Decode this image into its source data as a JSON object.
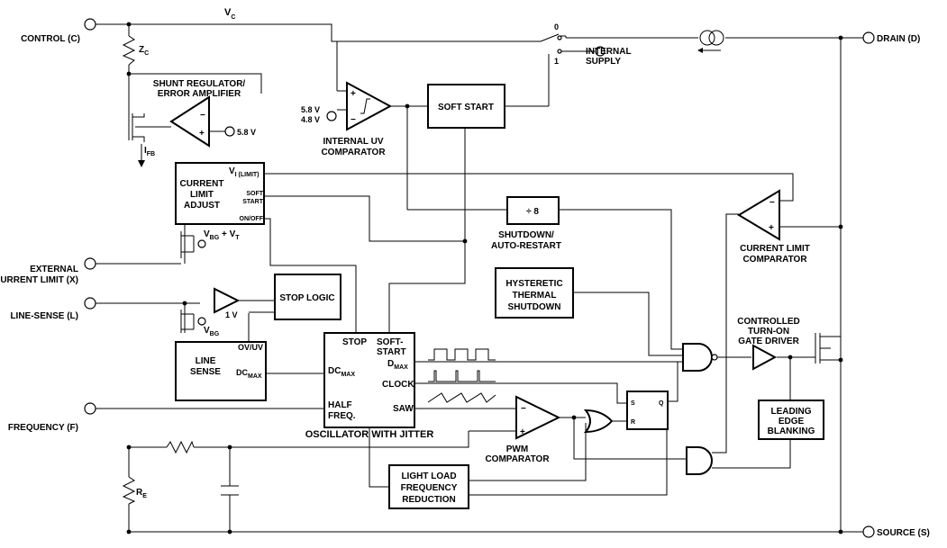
{
  "pins": {
    "control": "CONTROL (C)",
    "drain": "DRAIN (D)",
    "external_current_limit_1": "EXTERNAL",
    "external_current_limit_2": "CURRENT LIMIT (X)",
    "line_sense": "LINE-SENSE (L)",
    "frequency": "FREQUENCY (F)",
    "source": "SOURCE (S)"
  },
  "nets": {
    "vc_main": "V",
    "vc_sub": "C",
    "zc_main": "Z",
    "zc_sub": "C",
    "ifb_main": "I",
    "ifb_sub": "FB",
    "re_main": "R",
    "re_sub": "E",
    "vbg_vt_main": "V",
    "vbg_sub": "BG",
    "vbg_vt_plus": " + V",
    "vt_sub": "T",
    "vbg2_main": "V",
    "vbg2_sub": "BG",
    "uv_v1": "5.8 V",
    "uv_v2": "4.8 V",
    "shunt_ref": "5.8 V",
    "linesense_ref": "1 V",
    "switch_0": "0",
    "switch_1": "1",
    "internal_supply_1": "INTERNAL",
    "internal_supply_2": "SUPPLY"
  },
  "blocks": {
    "shunt_regulator_1": "SHUNT REGULATOR/",
    "shunt_regulator_2": "ERROR AMPLIFIER",
    "internal_uv_1": "INTERNAL UV",
    "internal_uv_2": "COMPARATOR",
    "soft_start": "SOFT START",
    "current_limit_adjust_1": "CURRENT",
    "current_limit_adjust_2": "LIMIT",
    "current_limit_adjust_3": "ADJUST",
    "cla_ilimit_main": "V",
    "cla_ilimit_sub": "I (LIMIT)",
    "cla_soft_1": "SOFT",
    "cla_soft_2": "START",
    "cla_onoff": "ON/OFF",
    "divide_8": "÷ 8",
    "shutdown_1": "SHUTDOWN/",
    "shutdown_2": "AUTO-RESTART",
    "current_limit_comp_1": "CURRENT LIMIT",
    "current_limit_comp_2": "COMPARATOR",
    "hysteretic_1": "HYSTERETIC",
    "hysteretic_2": "THERMAL",
    "hysteretic_3": "SHUTDOWN",
    "stop_logic": "STOP LOGIC",
    "line_sense_1": "LINE",
    "line_sense_2": "SENSE",
    "ls_ovuv": "OV/UV",
    "ls_dc_main": "DC",
    "ls_dc_sub": "MAX",
    "osc_stop": "STOP",
    "osc_soft_1": "SOFT-",
    "osc_soft_2": "START",
    "osc_dcmax_main": "DC",
    "osc_dcmax_sub": "MAX",
    "osc_dmax_main": "D",
    "osc_dmax_sub": "MAX",
    "osc_clock": "CLOCK",
    "osc_half_1": "HALF",
    "osc_half_2": "FREQ.",
    "osc_saw": "SAW",
    "oscillator": "OSCILLATOR WITH JITTER",
    "pwm_1": "PWM",
    "pwm_2": "COMPARATOR",
    "light_load_1": "LIGHT LOAD",
    "light_load_2": "FREQUENCY",
    "light_load_3": "REDUCTION",
    "gate_driver_1": "CONTROLLED",
    "gate_driver_2": "TURN-ON",
    "gate_driver_3": "GATE DRIVER",
    "leb_1": "LEADING",
    "leb_2": "EDGE",
    "leb_3": "BLANKING",
    "latch_s": "S",
    "latch_r": "R",
    "latch_q": "Q"
  }
}
